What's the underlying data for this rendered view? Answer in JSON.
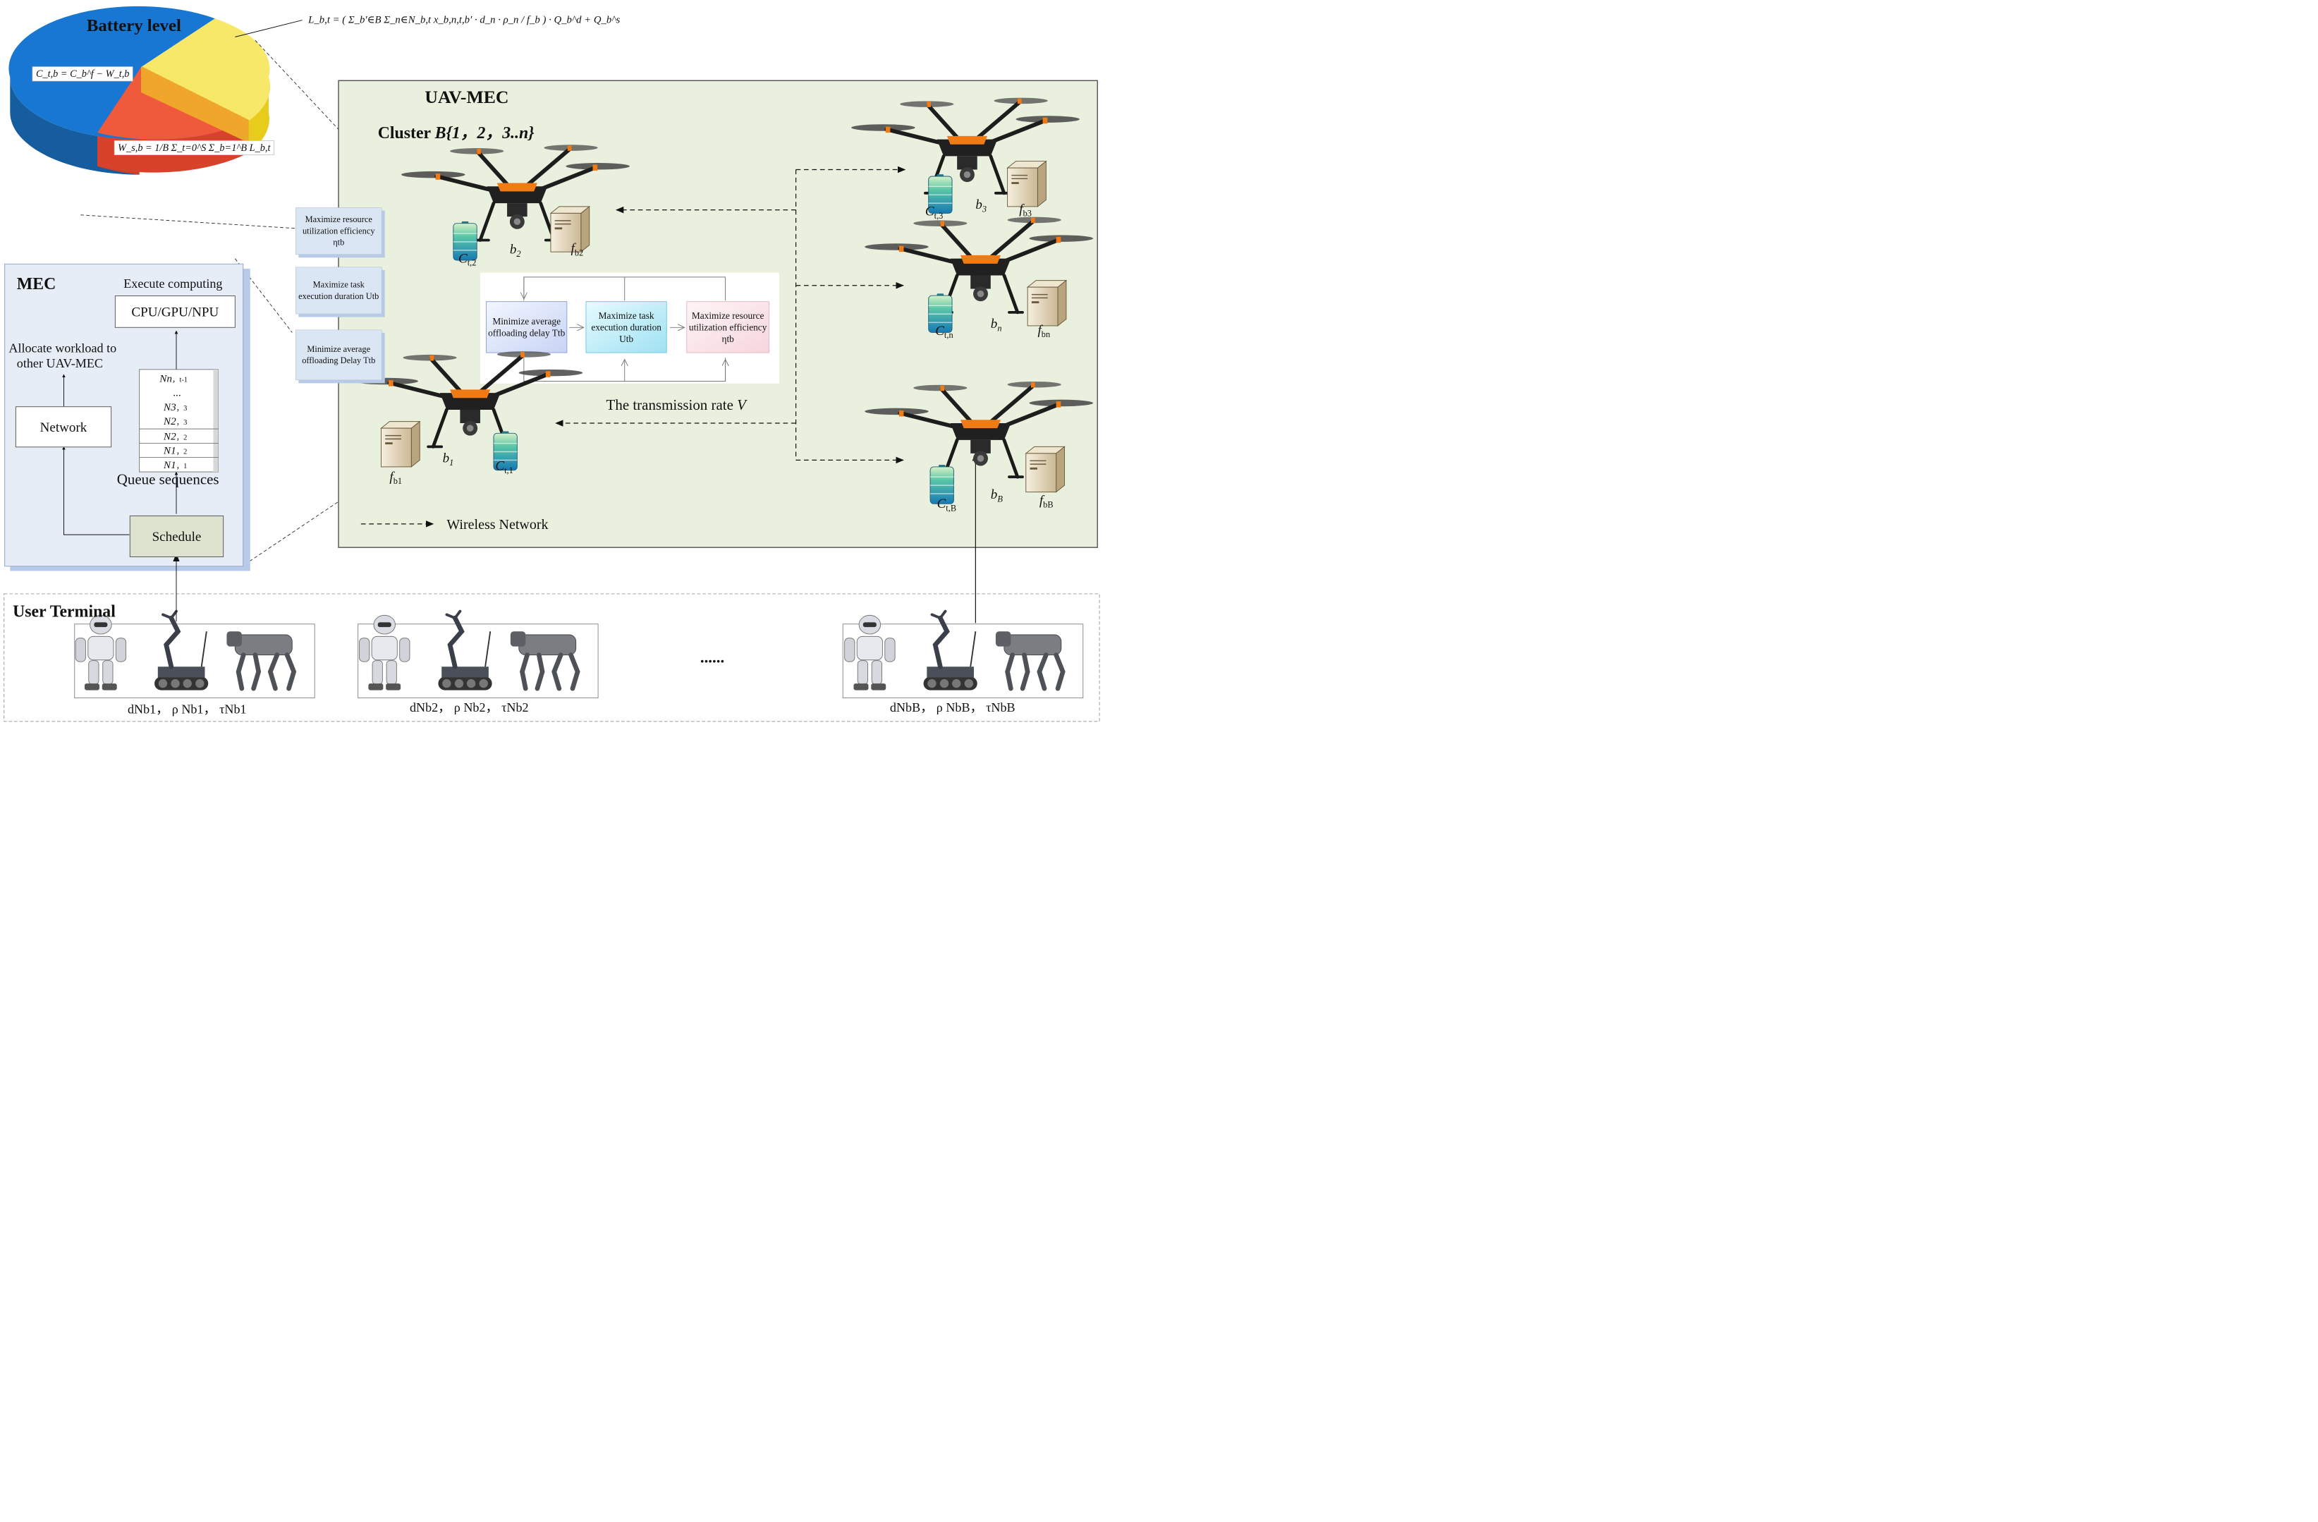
{
  "battery": {
    "title": "Battery level",
    "formula_c": "C_t,b = C_b^f − W_t,b",
    "formula_w": "W_s,b = 1/B Σ_t=0^S Σ_b=1^B L_b,t",
    "formula_l": "L_b,t = ( Σ_b′∈B Σ_n∈N_b,t x_b,n,t,b′ · d_n · ρ_n / f_b ) · Q_b^d + Q_b^s"
  },
  "uavmec": {
    "title": "UAV-MEC",
    "cluster_label": "Cluster",
    "cluster_set": "B{1，2，3..n}",
    "transmission_rate": "The transmission rate",
    "transmission_symbol": "V",
    "legend_label": "Wireless Network",
    "drones": [
      {
        "battery": "C",
        "battery_sub": "t,2",
        "name": "b",
        "name_sub": "2",
        "server": "f",
        "server_sub": "b2"
      },
      {
        "battery": "C",
        "battery_sub": "t,1",
        "name": "b",
        "name_sub": "1",
        "server": "f",
        "server_sub": "b1"
      },
      {
        "battery": "C",
        "battery_sub": "t,3",
        "name": "b",
        "name_sub": "3",
        "server": "f",
        "server_sub": "b3"
      },
      {
        "battery": "C",
        "battery_sub": "t,n",
        "name": "b",
        "name_sub": "n",
        "server": "f",
        "server_sub": "bn"
      },
      {
        "battery": "C",
        "battery_sub": "t,B",
        "name": "b",
        "name_sub": "B",
        "server": "f",
        "server_sub": "bB"
      }
    ]
  },
  "objectives": {
    "left": [
      "Maximize resource utilization efficiency ηtb",
      "Maximize task execution duration Utb",
      "Minimize average offloading Delay Ttb"
    ],
    "flow": [
      "Minimize average offloading delay Ttb",
      "Maximize task execution duration Utb",
      "Maximize resource utilization efficiency ηtb"
    ]
  },
  "mec": {
    "title": "MEC",
    "execute_label": "Execute computing",
    "cpu_label": "CPU/GPU/NPU",
    "allocate_label_1": "Allocate workload to",
    "allocate_label_2": "other UAV-MEC",
    "network_label": "Network",
    "queue_label": "Queue sequences",
    "schedule_label": "Schedule",
    "queue": [
      {
        "main": "Nn",
        "sub": "，t-1"
      },
      {
        "main": "...",
        "sub": ""
      },
      {
        "main": "N3",
        "sub": "，3"
      },
      {
        "main": "N2",
        "sub": "，3"
      },
      {
        "main": "N2",
        "sub": "，2"
      },
      {
        "main": "N1",
        "sub": "，2"
      },
      {
        "main": "N1",
        "sub": "，1"
      }
    ]
  },
  "users": {
    "title": "User Terminal",
    "ellipsis": "......",
    "groups": [
      {
        "label": "dNb1， ρ Nb1， τNb1"
      },
      {
        "label": "dNb2， ρ Nb2， τNb2"
      },
      {
        "label": "dNbB， ρ NbB， τNbB"
      }
    ]
  },
  "colors": {
    "pie_blue": "#1877d2",
    "pie_yellow": "#f7e86a",
    "pie_red": "#f05a3c",
    "pie_orange": "#f0a62a",
    "cluster_bg": "#e9f0dd",
    "mec_bg": "#e6edf7",
    "schedule_bg": "#dde3cf"
  }
}
